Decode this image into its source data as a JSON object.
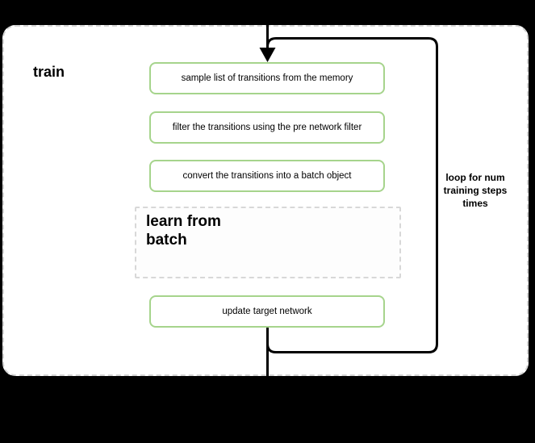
{
  "diagram": {
    "type": "flowchart",
    "group": {
      "label": "train"
    },
    "nodes": [
      {
        "id": "sample",
        "label": "sample list of transitions from the memory"
      },
      {
        "id": "filter",
        "label": "filter the transitions using the pre network filter"
      },
      {
        "id": "convert",
        "label": "convert the transitions into a batch object"
      },
      {
        "id": "update",
        "label": "update target network"
      }
    ],
    "subgroup": {
      "label": "learn from batch"
    },
    "loop_annotation": "loop for num training steps times",
    "colors": {
      "background": "#000000",
      "container_fill": "#ffffff",
      "container_border": "#d4d4d4",
      "node_border": "#a6d48c",
      "node_fill": "#ffffff",
      "flow_line": "#000000",
      "text": "#000000"
    }
  }
}
